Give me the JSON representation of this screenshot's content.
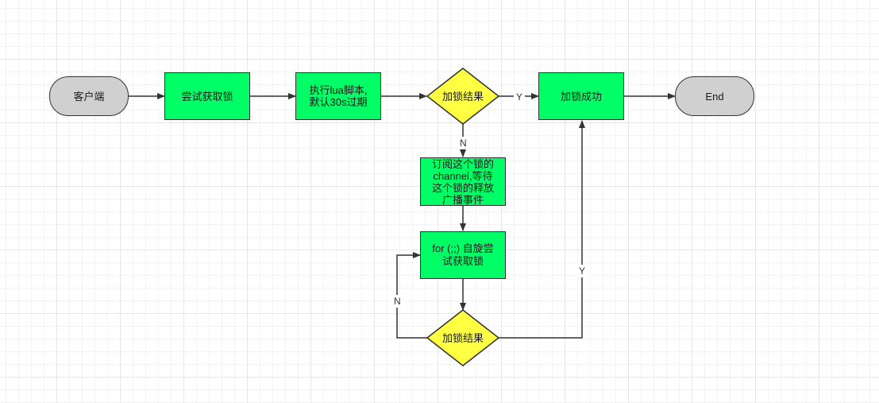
{
  "nodes": {
    "client": "客户端",
    "try_lock": "尝试获取锁",
    "exec_lua": "执行lua脚本,\n默认30s过期",
    "result1": "加锁结果",
    "success": "加锁成功",
    "end": "End",
    "subscribe": "订阅这个锁的\nchannel,等待\n这个锁的释放\n广播事件",
    "spin": "for (;;) 自旋尝\n试获取锁",
    "result2": "加锁结果"
  },
  "edge_labels": {
    "y1": "Y",
    "n1": "N",
    "n2": "N",
    "y2": "Y"
  },
  "colors": {
    "process_fill": "#00ff66",
    "decision_fill": "#ffff44",
    "terminal_fill": "#d0d0d0",
    "stroke": "#333333"
  }
}
